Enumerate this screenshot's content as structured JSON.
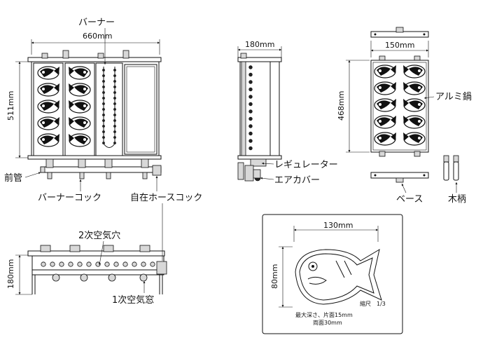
{
  "labels": {
    "burner": "バーナー",
    "regulator": "レギュレーター",
    "air_cover": "エアカバー",
    "aluminum_pan": "アルミ鍋",
    "base": "ベース",
    "wooden_handle": "木柄",
    "front_pipe": "前管",
    "burner_cock": "バーナーコック",
    "free_hose_cock": "自在ホースコック",
    "secondary_air_hole": "2次空気穴",
    "primary_air_window": "1次空気窓"
  },
  "dimensions": {
    "width_front": "660mm",
    "height_front": "511mm",
    "width_side": "180mm",
    "width_pan": "150mm",
    "height_pan": "468mm",
    "height_bottom": "180mm",
    "mold_width": "130mm",
    "mold_height": "80mm"
  },
  "mold_notes": {
    "scale": "縮尺　1/3",
    "depth_line1": "最大深さ、片面15mm",
    "depth_line2": "両面30mm"
  }
}
